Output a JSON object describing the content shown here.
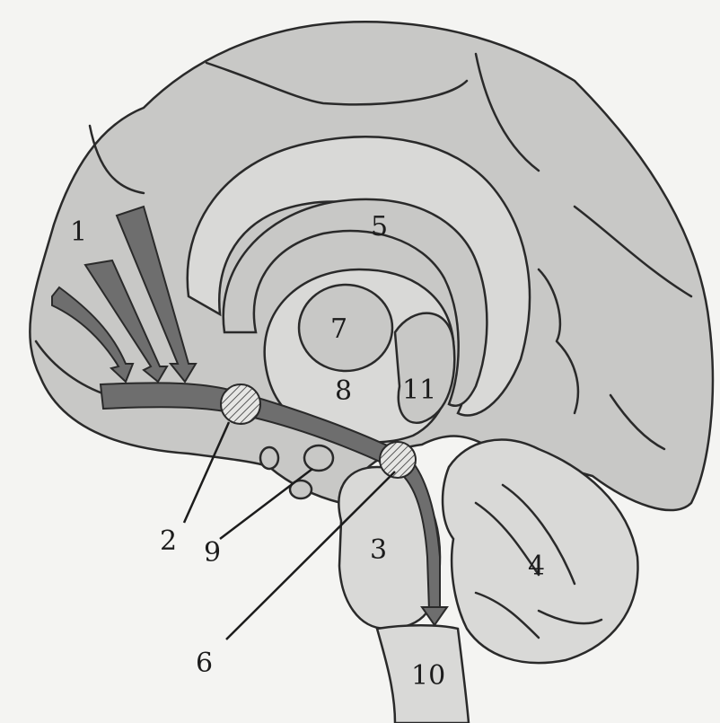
{
  "diagram": {
    "labels": {
      "l1": "1",
      "l2": "2",
      "l3": "3",
      "l4": "4",
      "l5": "5",
      "l6": "6",
      "l7": "7",
      "l8": "8",
      "l9": "9",
      "l10": "10",
      "l11": "11"
    },
    "colors": {
      "background": "#f4f4f2",
      "tissue": "#c8c8c6",
      "tract": "#6e6e6e",
      "outline": "#2a2a2a"
    }
  }
}
